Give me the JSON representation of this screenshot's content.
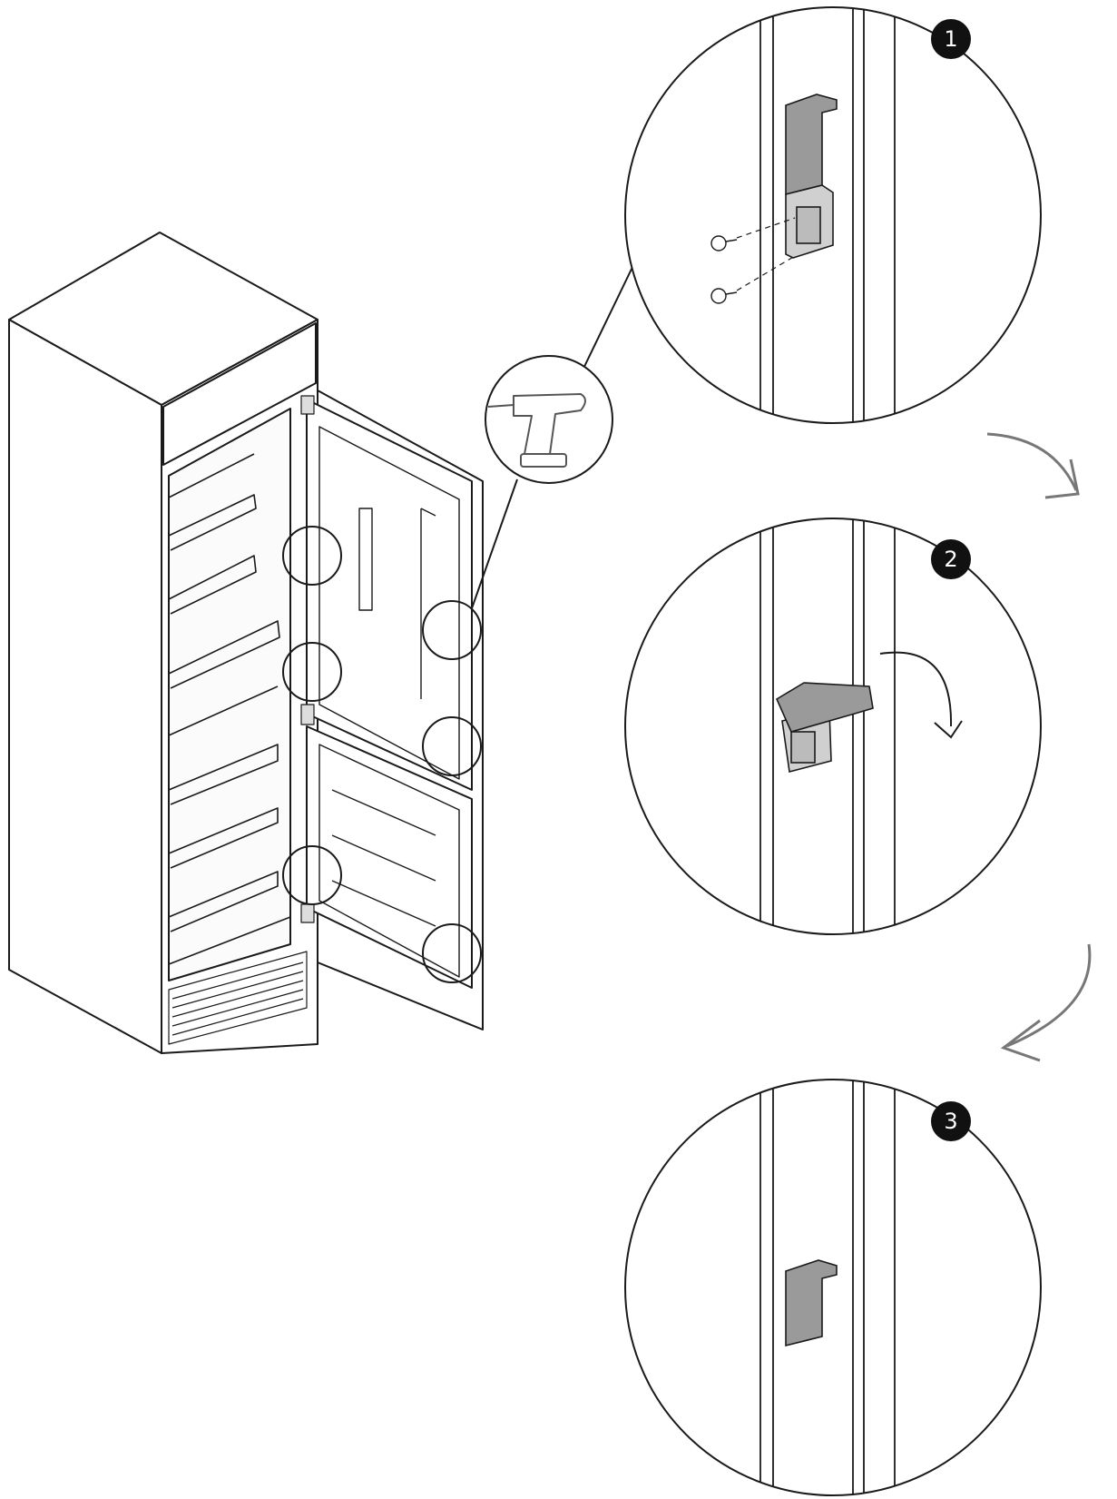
{
  "steps": [
    {
      "number": "1"
    },
    {
      "number": "2"
    },
    {
      "number": "3"
    }
  ],
  "icons": {
    "tool": "cordless-drill-icon",
    "flow_arrow": "curved-arrow-icon",
    "rotate_arrow": "rotate-clockwise-icon",
    "screw": "screw-icon"
  },
  "colors": {
    "line": "#1a1a1a",
    "part_fill": "#9a9a9a",
    "badge": "#111111",
    "background": "#ffffff"
  }
}
